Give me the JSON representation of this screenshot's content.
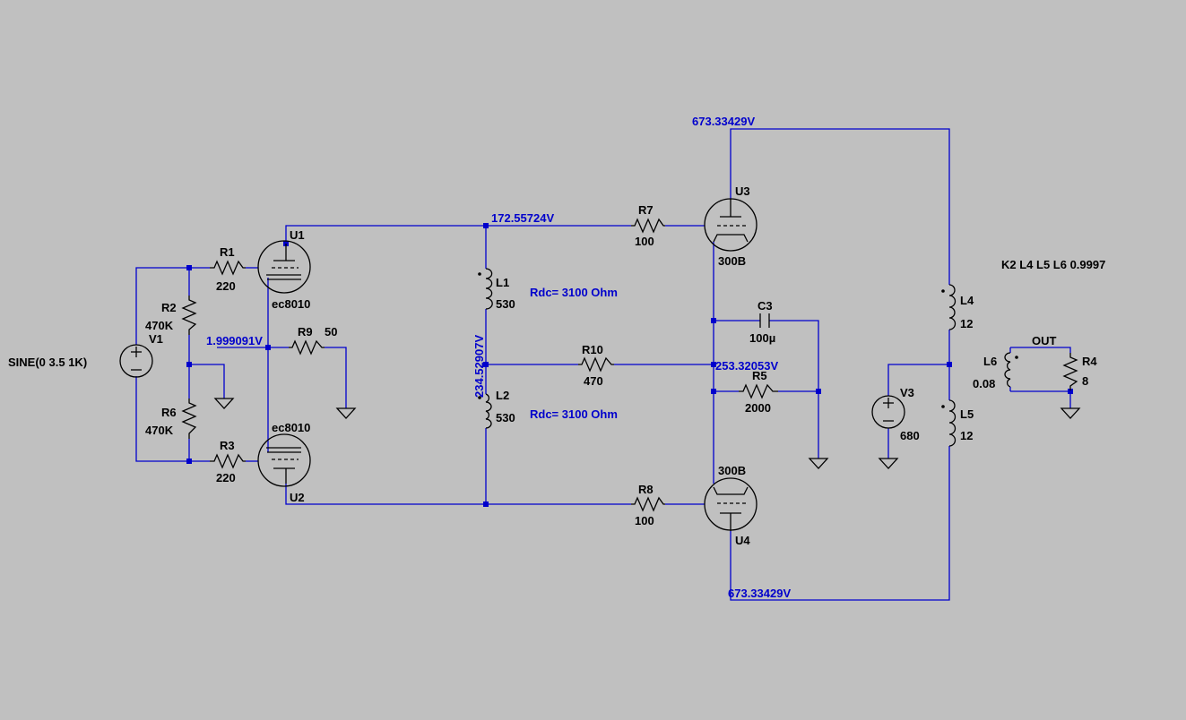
{
  "labels": {
    "sine": "SINE(0 3.5 1K)",
    "v1": "V1",
    "r1": "R1",
    "r1_val": "220",
    "r2": "R2",
    "r2_val": "470K",
    "r6": "R6",
    "r6_val": "470K",
    "r3": "R3",
    "r3_val": "220",
    "r9": "R9",
    "r9_val": "50",
    "u1": "U1",
    "u1_model": "ec8010",
    "u2": "U2",
    "u2_model": "ec8010",
    "l1": "L1",
    "l1_val": "530",
    "l2": "L2",
    "l2_val": "530",
    "rdc1": "Rdc= 3100  Ohm",
    "rdc2": "Rdc= 3100  Ohm",
    "r7": "R7",
    "r7_val": "100",
    "r8": "R8",
    "r8_val": "100",
    "r10": "R10",
    "r10_val": "470",
    "u3": "U3",
    "u3_model": "300B",
    "u4": "U4",
    "u4_model": "300B",
    "c3": "C3",
    "c3_val": "100µ",
    "r5": "R5",
    "r5_val": "2000",
    "l4": "L4",
    "l4_val": "12",
    "l5": "L5",
    "l5_val": "12",
    "v3": "V3",
    "v3_val": "680",
    "l6": "L6",
    "l6_val": "0.08",
    "r4": "R4",
    "r4_val": "8",
    "out": "OUT",
    "coupling": "K2 L4 L5 L6 0.9997"
  },
  "voltages": {
    "top": "673.33429V",
    "bottom": "673.33429V",
    "grid_drive": "172.55724V",
    "cathode_in": "1.999091V",
    "mid_choke": "234.52907V",
    "cathode_out": "253.32053V"
  },
  "colors": {
    "wire": "#0000cc",
    "component": "#000000",
    "background": "#c0c0c0"
  }
}
